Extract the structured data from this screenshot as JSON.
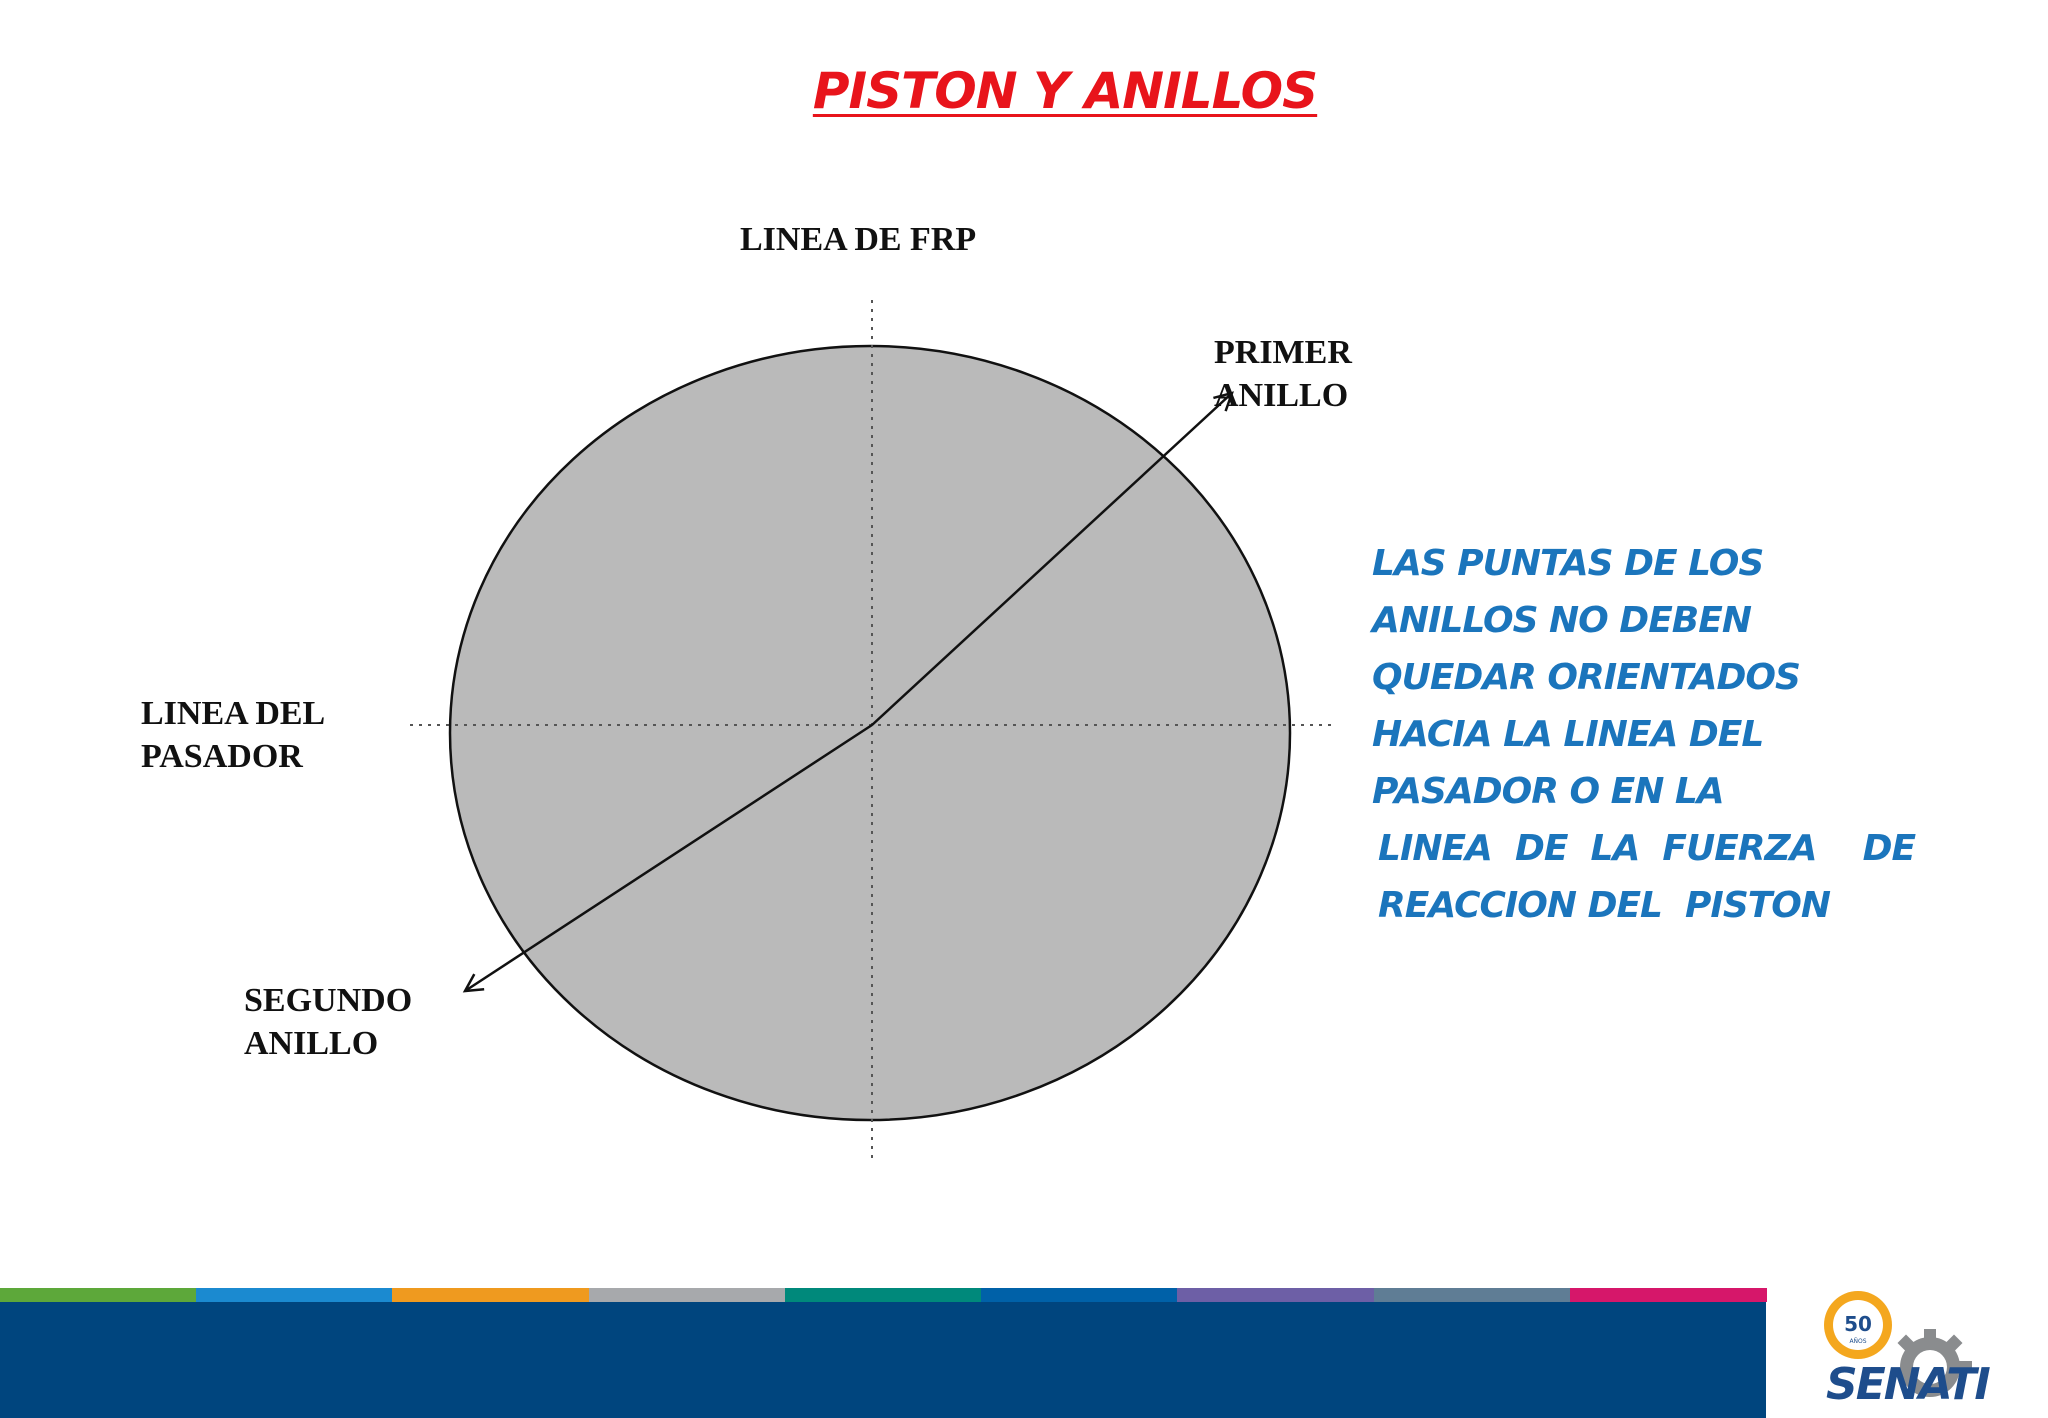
{
  "title": "PISTON Y ANILLOS",
  "labels": {
    "frp_line": "LINEA DE FRP",
    "first_ring": "PRIMER\nANILLO",
    "pin_line": "LINEA DEL\nPASADOR",
    "second_ring": "SEGUNDO\nANILLO"
  },
  "note": {
    "lines": [
      "LAS PUNTAS DE LOS",
      "ANILLOS NO DEBEN",
      "QUEDAR ORIENTADOS",
      "HACIA LA LINEA DEL",
      "PASADOR O EN LA",
      "LINEA  DE  LA  FUERZA    DE",
      "REACCION DEL  PISTON"
    ]
  },
  "footer": {
    "stripe_colors": [
      "#5da83a",
      "#1b8ad0",
      "#ef9a1f",
      "#a7a9ac",
      "#00897b",
      "#0061a8",
      "#6d5fa6",
      "#5f7d95",
      "#d6176a"
    ],
    "bar_color": "#00457e",
    "logo": {
      "badge": "50",
      "badge_sub": "AÑOS",
      "word": "SENATI"
    }
  },
  "colors": {
    "title": "#e8141b",
    "note": "#1b75bc",
    "piston_fill": "#bababa"
  }
}
